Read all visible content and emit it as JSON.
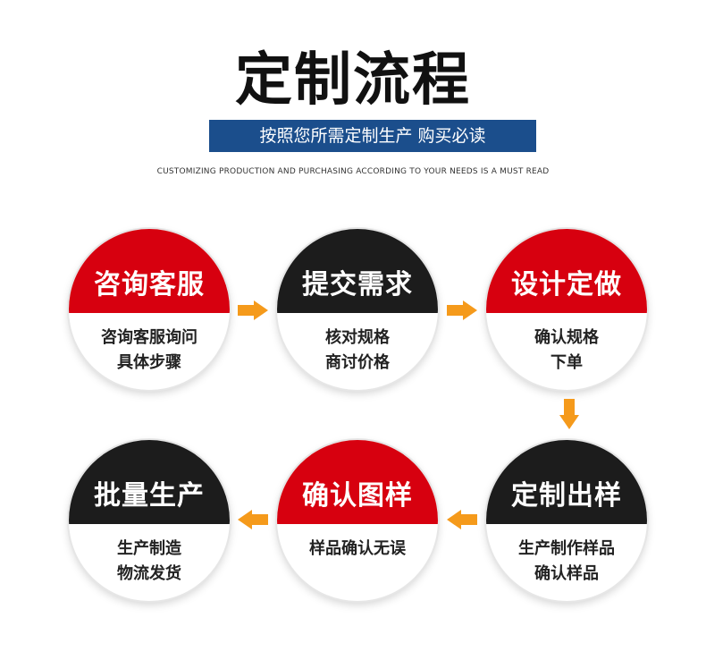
{
  "header": {
    "title": "定制流程",
    "banner": "按照您所需定制生产 购买必读",
    "subtitle_en": "CUSTOMIZING PRODUCTION AND PURCHASING ACCORDING TO YOUR NEEDS IS A MUST READ"
  },
  "colors": {
    "red": "#d7000f",
    "black": "#1c1c1c",
    "banner_blue": "#1b4e8c",
    "arrow_orange": "#f59a1b"
  },
  "steps": [
    {
      "heading": "咨询客服",
      "lines": [
        "咨询客服询问",
        "具体步骤"
      ]
    },
    {
      "heading": "提交需求",
      "lines": [
        "核对规格",
        "商讨价格"
      ]
    },
    {
      "heading": "设计定做",
      "lines": [
        "确认规格",
        "下单"
      ]
    },
    {
      "heading": "定制出样",
      "lines": [
        "生产制作样品",
        "确认样品"
      ]
    },
    {
      "heading": "确认图样",
      "lines": [
        "样品确认无误"
      ]
    },
    {
      "heading": "批量生产",
      "lines": [
        "生产制造",
        "物流发货"
      ]
    }
  ],
  "icons": {
    "arrow_right": "arrow-right-icon",
    "arrow_down": "arrow-down-icon",
    "arrow_left": "arrow-left-icon"
  }
}
